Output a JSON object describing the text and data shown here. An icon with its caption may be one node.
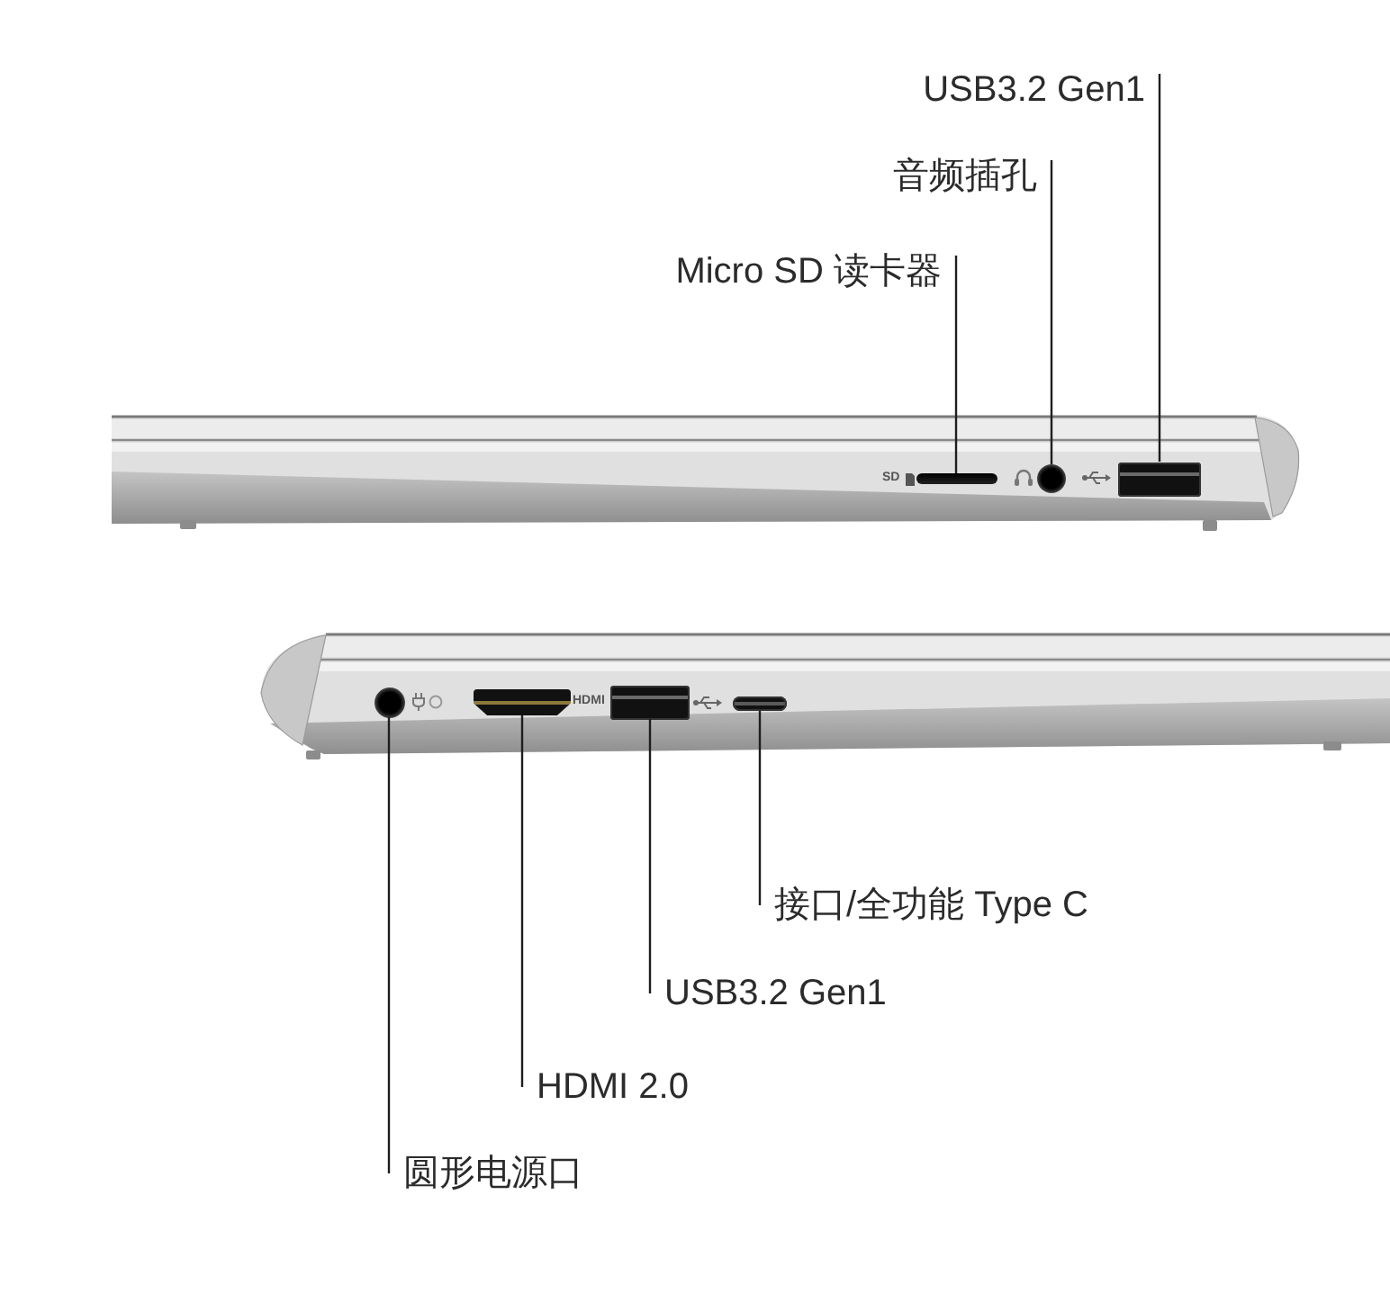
{
  "diagram": {
    "nodes": [
      {
        "text": [
          "USB3.2 Gen1"
        ]
      },
      {
        "text": [
          "音频插孔"
        ]
      },
      {
        "text": [
          "Micro SD 读卡器"
        ]
      },
      {
        "text": [],
        "shape": "bar"
      },
      {
        "text": [],
        "shape": "circle"
      },
      {
        "text": [],
        "shape": "box"
      },
      {
        "text": [],
        "shape": "circle"
      },
      {
        "text": [],
        "shape": "box"
      },
      {
        "text": [],
        "shape": "box"
      },
      {
        "text": [],
        "shape": "bar"
      },
      {
        "text": [
          "接口/全功能 Type C"
        ]
      },
      {
        "text": [
          "USB3.2 Gen1"
        ]
      },
      {
        "text": [
          "HDMI 2.0"
        ]
      },
      {
        "text": [
          "圆形电源口"
        ]
      }
    ],
    "edges": [
      {
        "from": 0,
        "to": 5,
        "arrow": "none"
      },
      {
        "from": 1,
        "to": 4,
        "arrow": "none"
      },
      {
        "from": 2,
        "to": 3,
        "arrow": "none"
      },
      {
        "from": 10,
        "to": 9,
        "arrow": "none"
      },
      {
        "from": 11,
        "to": 8,
        "arrow": "none"
      },
      {
        "from": 12,
        "to": 7,
        "arrow": "none"
      },
      {
        "from": 13,
        "to": 6,
        "arrow": "none"
      }
    ],
    "labels": [
      "SD",
      "HDMI"
    ]
  }
}
